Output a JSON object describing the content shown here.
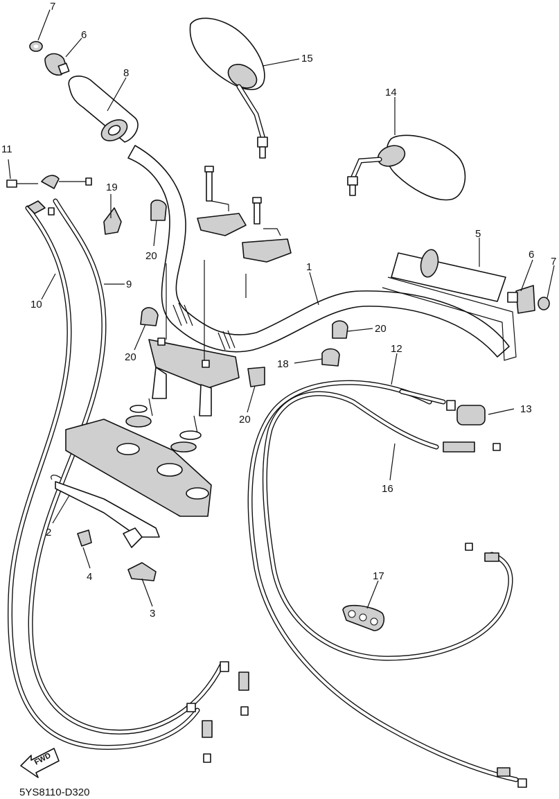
{
  "diagram": {
    "callouts": [
      {
        "id": "c7a",
        "label": "7"
      },
      {
        "id": "c6a",
        "label": "6"
      },
      {
        "id": "c8",
        "label": "8"
      },
      {
        "id": "c15",
        "label": "15"
      },
      {
        "id": "c14",
        "label": "14"
      },
      {
        "id": "c11",
        "label": "11"
      },
      {
        "id": "c19",
        "label": "19"
      },
      {
        "id": "c20a",
        "label": "20"
      },
      {
        "id": "c9",
        "label": "9"
      },
      {
        "id": "c10",
        "label": "10"
      },
      {
        "id": "c5",
        "label": "5"
      },
      {
        "id": "c6b",
        "label": "6"
      },
      {
        "id": "c7b",
        "label": "7"
      },
      {
        "id": "c1",
        "label": "1"
      },
      {
        "id": "c20b",
        "label": "20"
      },
      {
        "id": "c20c",
        "label": "20"
      },
      {
        "id": "c12",
        "label": "12"
      },
      {
        "id": "c18",
        "label": "18"
      },
      {
        "id": "c13",
        "label": "13"
      },
      {
        "id": "c20d",
        "label": "20"
      },
      {
        "id": "c16",
        "label": "16"
      },
      {
        "id": "c2",
        "label": "2"
      },
      {
        "id": "c4",
        "label": "4"
      },
      {
        "id": "c3",
        "label": "3"
      },
      {
        "id": "c17",
        "label": "17"
      }
    ],
    "fwd_label": "FWD",
    "drawing_code": "5YS8110-D320"
  }
}
